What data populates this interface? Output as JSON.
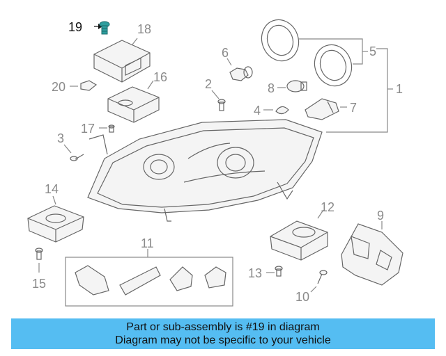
{
  "callouts": {
    "c1": "1",
    "c2": "2",
    "c3": "3",
    "c4": "4",
    "c5": "5",
    "c6": "6",
    "c7": "7",
    "c8": "8",
    "c9": "9",
    "c10": "10",
    "c11": "11",
    "c12": "12",
    "c13": "13",
    "c14": "14",
    "c15": "15",
    "c16": "16",
    "c17": "17",
    "c18": "18",
    "c19": "19",
    "c20": "20"
  },
  "highlighted_part": "19",
  "highlight_color": "#2e9e9e",
  "banner": {
    "line1": "Part or sub-assembly is #19 in diagram",
    "line2": "Diagram may not be specific to your vehicle",
    "background": "#55bdf2"
  }
}
